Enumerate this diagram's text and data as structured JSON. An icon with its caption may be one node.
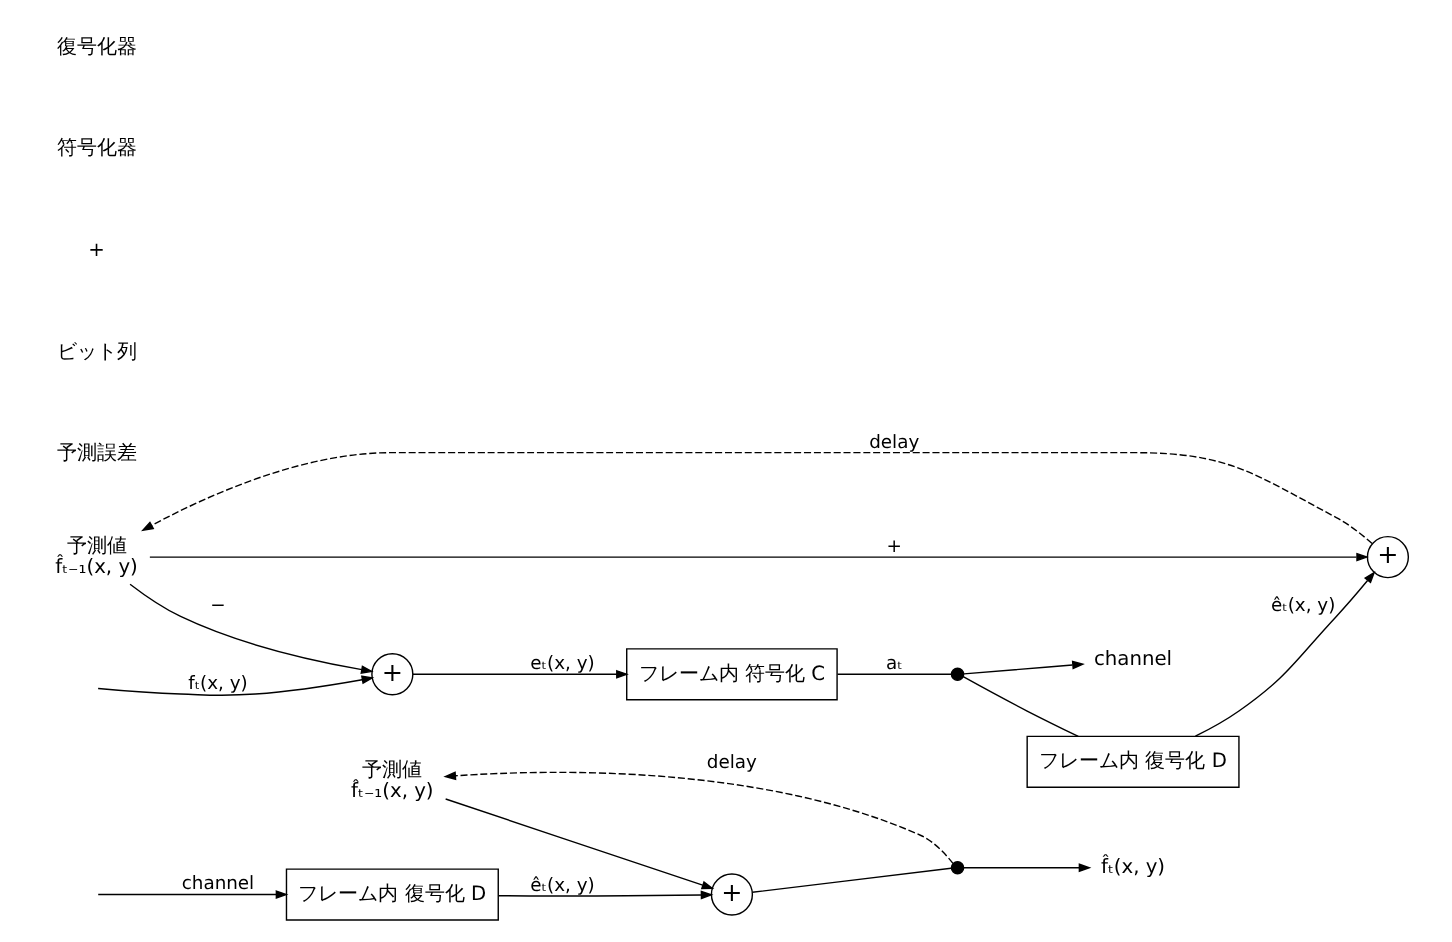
{
  "diagram": {
    "nodes": [
      {
        "text": [
          "+"
        ]
      },
      {
        "text": [
          "フレーム内 符号化 C"
        ]
      },
      {
        "text": [],
        "shape": "dot"
      },
      {
        "text": [
          "channel"
        ]
      },
      {
        "text": [
          "フレーム内 復号化 D"
        ]
      },
      {
        "text": [
          "+"
        ]
      },
      {
        "text": [
          "予測値",
          "f̂ₜ₋₁(x, y)"
        ]
      },
      {
        "text": [
          "フレーム内 復号化 D"
        ]
      },
      {
        "text": [
          "+"
        ]
      },
      {
        "text": [],
        "shape": "dot"
      },
      {
        "text": [
          "f̂ₜ(x, y)"
        ]
      },
      {
        "text": [
          "予測値",
          "f̂ₜ₋₁(x, y)"
        ]
      }
    ],
    "edges": [
      {
        "from": null,
        "to": 0,
        "arrow": "to",
        "label": "fₜ(x, y)"
      },
      {
        "from": 0,
        "to": 1,
        "arrow": "to",
        "label": "eₜ(x, y)"
      },
      {
        "from": 1,
        "to": 2,
        "arrow": "none",
        "label": "aₜ"
      },
      {
        "from": 2,
        "to": 3,
        "arrow": "to"
      },
      {
        "from": 2,
        "to": 4,
        "arrow": "none"
      },
      {
        "from": 4,
        "to": 5,
        "arrow": "to",
        "label": "êₜ(x, y)"
      },
      {
        "from": 6,
        "to": 0,
        "arrow": "to",
        "label": "−"
      },
      {
        "from": 6,
        "to": 5,
        "arrow": "to",
        "label": "+"
      },
      {
        "from": 5,
        "to": 6,
        "arrow": "to",
        "style": "dashed",
        "label": "delay"
      },
      {
        "from": null,
        "to": 7,
        "arrow": "to",
        "label": "channel"
      },
      {
        "from": 7,
        "to": 8,
        "arrow": "to",
        "label": "êₜ(x, y)"
      },
      {
        "from": 8,
        "to": 9,
        "arrow": "none"
      },
      {
        "from": 9,
        "to": 10,
        "arrow": "to"
      },
      {
        "from": 11,
        "to": 8,
        "arrow": "to"
      },
      {
        "from": 9,
        "to": 11,
        "arrow": "to",
        "style": "dashed",
        "label": "delay"
      }
    ],
    "labels": [
      "予測誤差",
      "ビット列",
      "+",
      "符号化器",
      "復号化器"
    ]
  }
}
